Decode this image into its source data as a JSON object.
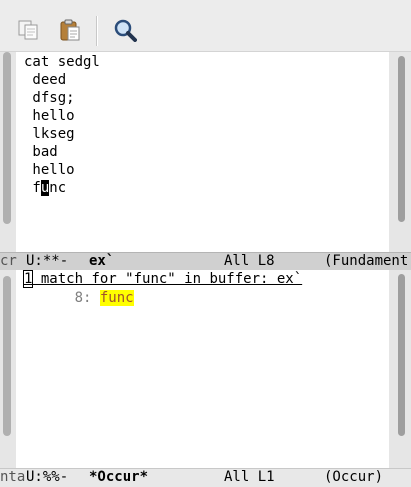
{
  "toolbar": {
    "buttons": [
      {
        "name": "copy-button",
        "icon": "copy-icon"
      },
      {
        "name": "paste-button",
        "icon": "paste-icon"
      },
      {
        "name": "search-button",
        "icon": "search-icon"
      }
    ]
  },
  "editor": {
    "lines": [
      "cat sedgl",
      " deed",
      " dfsg;",
      " hello",
      " lkseg",
      " bad",
      " hello"
    ],
    "cursor_line": {
      "before": " f",
      "cursor_char": "u",
      "after": "nc"
    }
  },
  "modeline_top": {
    "left_clip": "cr",
    "status": "U:**-",
    "buffer": "ex`",
    "position": "All L8",
    "mode": "(Fundament"
  },
  "occur": {
    "header_count": "1",
    "header_rest": " match for \"func\" in buffer: ex`",
    "result_line_number": "      8:",
    "result_match": "func"
  },
  "modeline_bottom": {
    "left_clip": "nta",
    "status": "U:%%-",
    "buffer": "*Occur*",
    "position": "All L1",
    "mode": "(Occur)"
  },
  "colors": {
    "match_bg": "#ffff00",
    "match_fg": "#a0522d",
    "cursor_bg": "#000000"
  }
}
